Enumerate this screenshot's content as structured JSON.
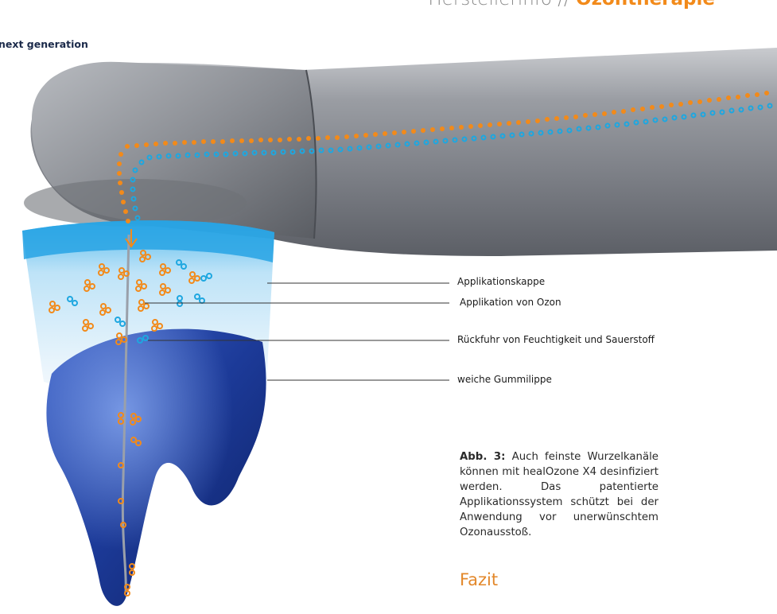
{
  "header": {
    "prefix": "Herstellerinfo // ",
    "topic": "Ozontherapie"
  },
  "tagline": "next generation",
  "callouts": [
    {
      "label": "Applikationskappe"
    },
    {
      "label": "Applikation von Ozon"
    },
    {
      "label": "Rückfuhr von Feuchtigkeit und Sauerstoff"
    },
    {
      "label": "weiche Gummilippe"
    }
  ],
  "caption": {
    "label": "Abb. 3:",
    "text": " Auch feinste Wurzelkanäle können mit healOzone X4 desinfiziert werden. Das patentierte Applikationssystem schützt bei der Anwendung vor unerwünschtem Ozonausstoß."
  },
  "section_heading": "Fazit",
  "colors": {
    "accent_orange": "#f28a1a",
    "oxygen_blue": "#1ea7e0",
    "tooth_blue": "#1d3f9c",
    "handpiece_grey": "#8e9197"
  }
}
